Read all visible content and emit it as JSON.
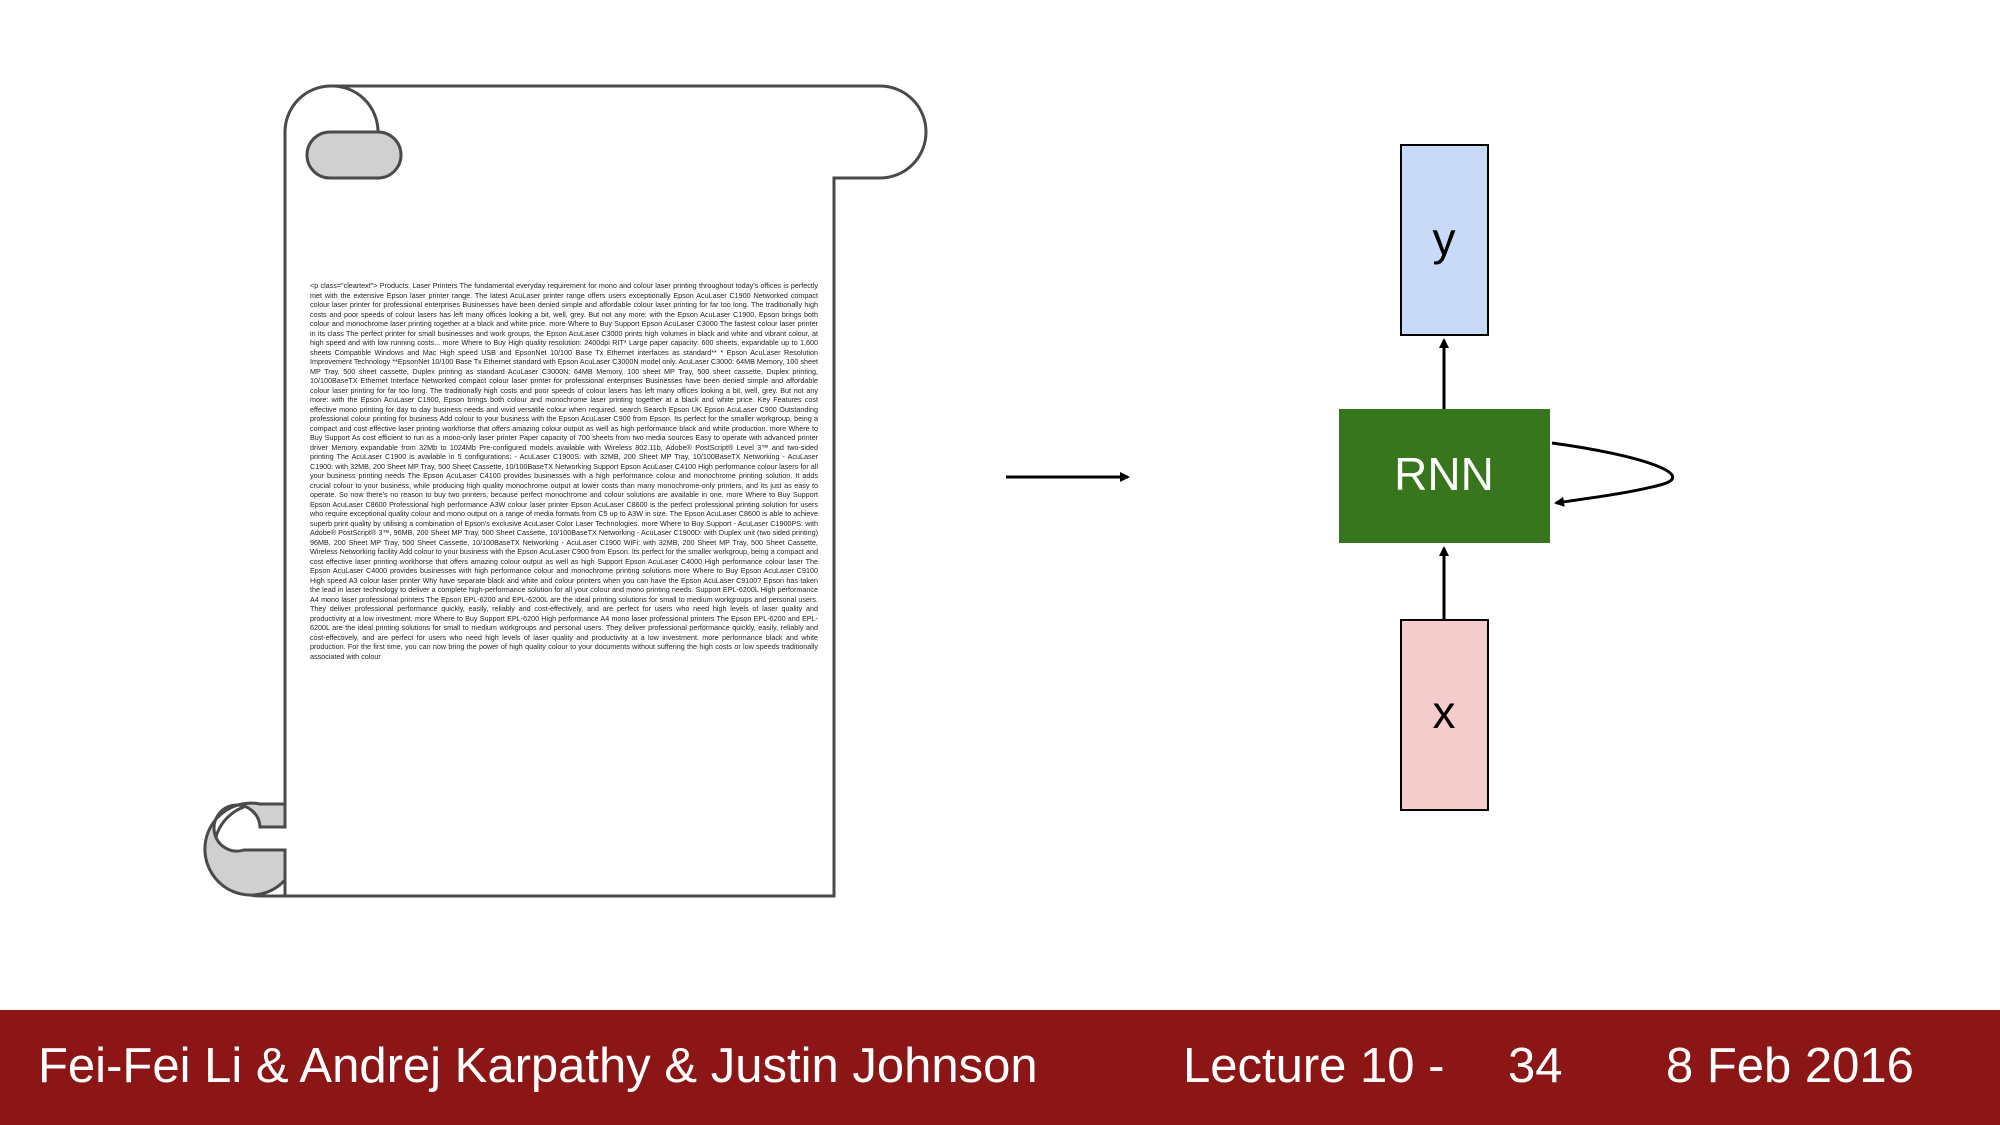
{
  "diagram": {
    "scroll_text": "<p class=\"cleartext\"> Products: Laser Printers  The fundamental everyday requirement for mono and colour laser printing throughout today's offices is perfectly met with the extensive Epson laser printer range. The latest AcuLaser printer range offers users exceptionally    Epson AcuLaser C1900  Networked compact colour laser printer for professional enterprises  Businesses have been denied simple and affordable colour laser printing for far too long. The traditionally high costs and poor speeds of colour lasers has left many offices looking a bit, well, grey. But not any more: with the Epson AcuLaser C1900, Epson brings both colour and monochrome laser printing together at a black and white price.  more  Where to Buy  Support  Epson AcuLaser C3000  The fastest colour laser printer in its class  The perfect printer for small businesses and work groups, the Epson AcuLaser C3000 prints high volumes in black and white and vibrant colour, at high speed and with low running costs...  more  Where to Buy  High quality resolution: 2400dpi RIT* Large paper capacity: 600 sheets, expandable up to 1,600 sheets  Compatible Windows and Mac  High speed USB and EpsonNet 10/100 Base Tx Ethernet interfaces as standard**  * Epson AcuLaser Resolution Improvement Technology **EpsonNet 10/100 Base Tx Ethernet standard with Epson AcuLaser C3000N model only.  AcuLaser C3000: 64MB Memory, 100 sheet MP Tray, 500 sheet cassette, Duplex printing as standard AcuLaser C3000N: 64MB Memory, 100 sheet MP Tray, 500 sheet cassette, Duplex printing, 10/100BaseTX Ethernet Interface  Networked compact colour laser printer for professional enterprises  Businesses have been denied simple and affordable colour laser printing for far too long. The traditionally high costs and poor speeds of colour lasers has left many offices looking a bit, well, grey. But not any more: with the Epson AcuLaser C1900, Epson brings both colour and monochrome laser printing together at a black and white price.  Key Features cost effective mono printing for day to day business needs and vivid versatile colour when required.  search  Search Epson UK  Epson AcuLaser C900  Outstanding professional colour printing for business  Add colour to your business with the Epson AcuLaser C900 from Epson. Its perfect for the smaller workgroup, being a compact and cost effective laser printing workhorse that offers amazing colour output as well as high performance black and white production.  more  Where to Buy  Support  As cost efficient to run as a mono-only laser printer  Paper capacity of 700 sheets from two media sources  Easy to operate with advanced printer driver  Memory expandable from 32Mb to 1024Mb  Pre-configured models available with Wireless 802.11b, Adobe® PostScript® Level 3™ and two-sided printing  The AcuLaser C1900 is available in 5 configurations: - AcuLaser C1900S: with 32MB, 200 Sheet MP Tray, 10/100BaseTX Networking - AcuLaser C1900: with 32MB, 200 Sheet MP Tray, 500 Sheet Cassette, 10/100BaseTX Networking  Support  Epson AcuLaser C4100 High performance colour lasers for all your business printing needs  The Epson AcuLaser C4100 provides businesses with a high performance colour and monochrome printing solution. It adds crucial colour to your business, while producing high quality monochrome output at lower costs than many monochrome-only printers, and its just as easy to operate. So now there's no reason to buy two printers, because perfect monochrome and colour solutions are available in one.  more  Where to Buy  Support  Epson AcuLaser C8600 Professional high performance A3W colour laser printer  Epson AcuLaser C8600 is the perfect professional printing solution for users who require exceptional quality colour and mono output on a range of media formats from C5 up to A3W in size. The Epson AcuLaser C8600 is able to achieve superb print quality by utilising a combination of Epson's exclusive AcuLaser Color Laser Technologies.  more  Where to Buy  Support  - AcuLaser C1900PS: with Adobe® PostScript® 3™, 96MB, 200 Sheet MP Tray, 500 Sheet Cassette, 10/100BaseTX Networking - AcuLaser C1900D: with Duplex unit (two sided printing) 96MB, 200 Sheet MP Tray, 500 Sheet Cassette, 10/100BaseTX Networking - AcuLaser C1900 WiFi: with 32MB, 200 Sheet MP Tray, 500 Sheet Cassette, Wireless Networking facility  Add colour to your business with the Epson AcuLaser C900 from Epson. Its perfect for the smaller workgroup, being a compact and cost effective laser printing workhorse that offers amazing colour output as well as high  Support  Epson AcuLaser C4000  High performance colour laser  The Epson AcuLaser C4000 provides businesses with high performance colour and monochrome printing solutions  more  Where to Buy  Epson AcuLaser C9100 High speed A3 colour laser printer  Why have separate black and white and colour printers when you can have the Epson AcuLaser C9100? Epson has taken the lead in laser technology to deliver a complete high-performance solution for all your colour and mono printing needs.  Support  EPL-6200L High performance A4 mono laser professional printers  The Epson EPL-6200 and EPL-6200L are the ideal printing solutions for small to medium workgroups and personal users. They deliver professional performance quickly, easily, reliably and cost-effectively, and are perfect for users who need high levels of laser quality and productivity at a low investment.  more  Where to Buy  Support  EPL-6200 High performance A4 mono laser professional printers  The Epson EPL-6200 and EPL-6200L are the ideal printing solutions for small to medium workgroups and personal users. They deliver professional performance quickly, easily, reliably and cost-effectively, and are perfect for users who need high levels of laser quality and productivity at a low investment.  more  performance black and white production. For the first time, you can now bring the power of high quality colour to your documents without suffering the high costs or low speeds traditionally associated with colour",
    "nodes": {
      "output": {
        "label": "y",
        "fill": "#c9daf8"
      },
      "rnn": {
        "label": "RNN",
        "fill": "#38761d",
        "text_color": "#ffffff"
      },
      "input": {
        "label": "x",
        "fill": "#f4cccc"
      }
    },
    "stroke_color": "#000000",
    "scroll_fill": "#d0d0d0",
    "scroll_stroke": "#4a4a4a"
  },
  "footer": {
    "authors": "Fei-Fei Li & Andrej Karpathy & Justin Johnson",
    "lecture": "Lecture 10 -",
    "slide_number": "34",
    "date": "8 Feb 2016",
    "background": "#8c1515",
    "text_color": "#ffffff"
  }
}
